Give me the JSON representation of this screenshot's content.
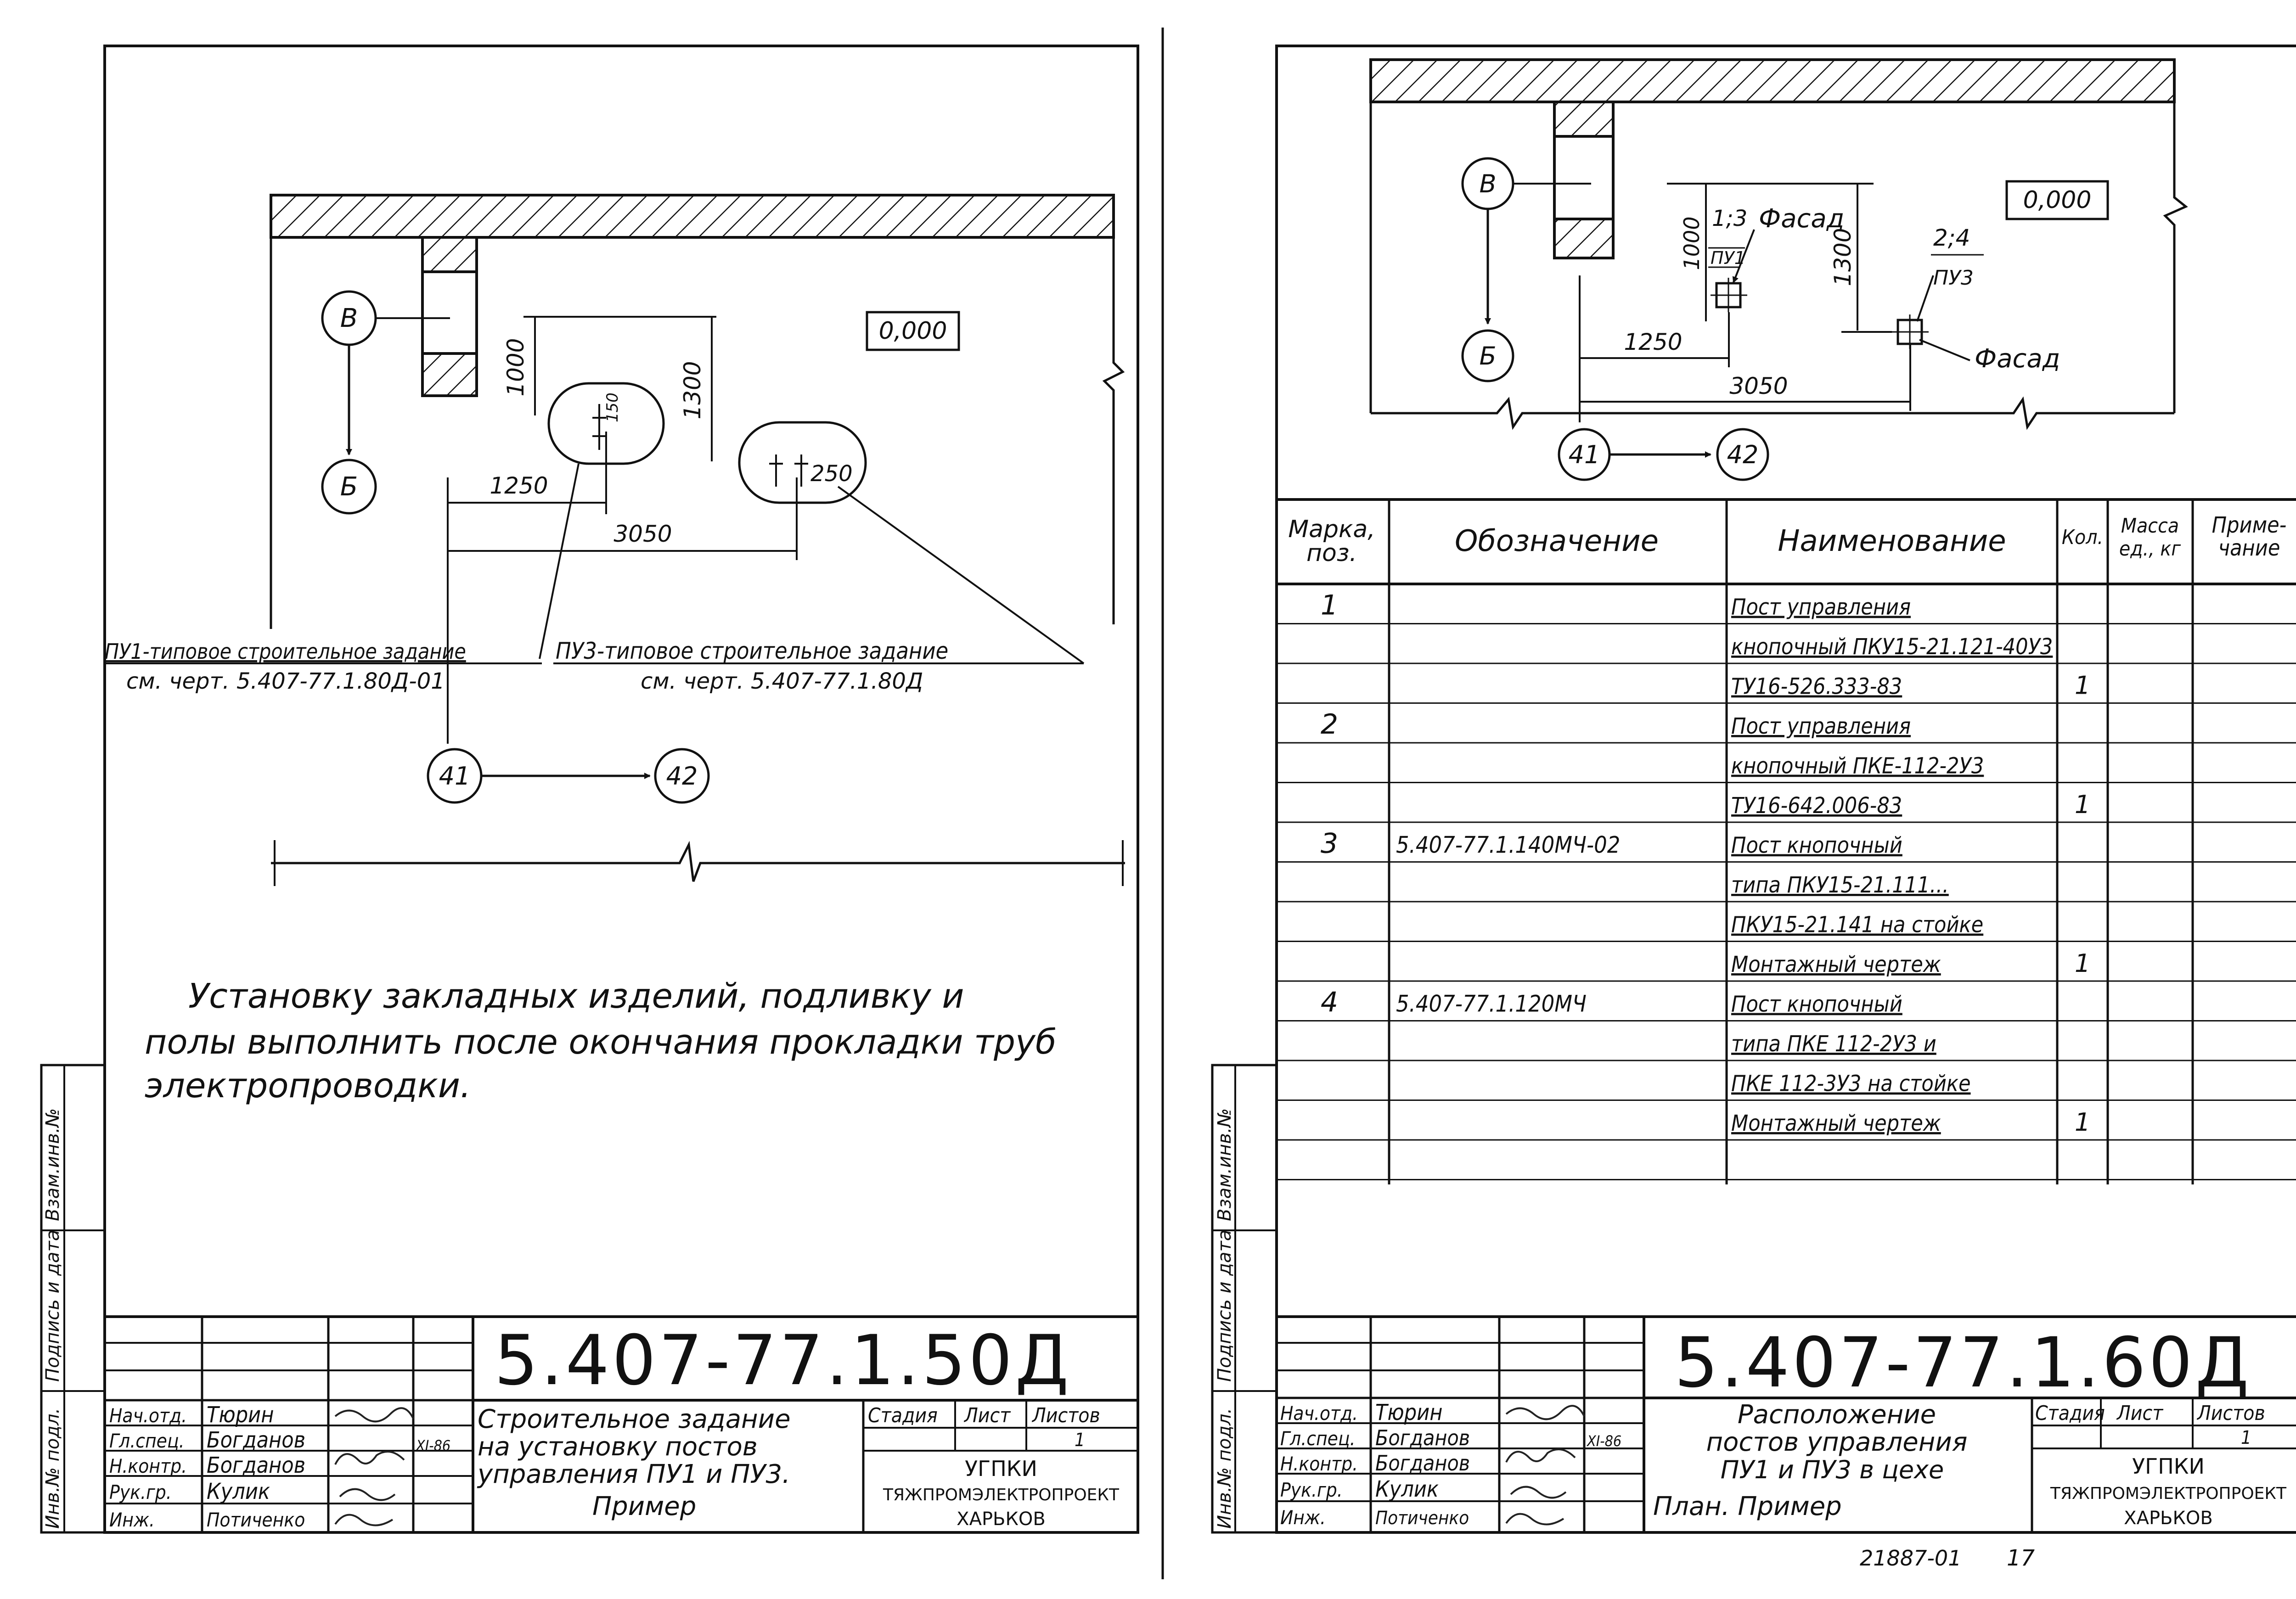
{
  "left_sheet": {
    "drawing": {
      "axis_b": "В",
      "axis_bb": "Б",
      "axis_41": "41",
      "axis_42": "42",
      "elevation": "0,000",
      "dim_1000": "1000",
      "dim_150": "150",
      "dim_1300": "1300",
      "dim_1250": "1250",
      "dim_250": "250",
      "dim_3050": "3050",
      "note_py1": "ПУ1-типовое строительное задание",
      "note_py1_ref": "см. черт. 5.407-77.1.80Д-01",
      "note_py3": "ПУ3-типовое строительное задание",
      "note_py3_ref": "см. черт. 5.407-77.1.80Д"
    },
    "instruction": [
      "Установку закладных изделий, подливку и",
      "полы выполнить после окончания прокладки труб",
      "электропроводки."
    ],
    "side_stamp": [
      "Инв.№ подл.",
      "Подпись и дата",
      "Взам.инв.№"
    ],
    "title_block": {
      "code": "5.407-77.1.50Д",
      "title": [
        "Строительное задание",
        "на установку постов",
        "управления ПУ1 и ПУ3.",
        "Пример"
      ],
      "roles": [
        "Нач.отд.",
        "Гл.спец.",
        "Н.контр.",
        "Рук.гр.",
        "Инж."
      ],
      "names": [
        "Тюрин",
        "Богданов",
        "Богданов",
        "Кулик",
        "Потиченко"
      ],
      "date": "XI-86",
      "stage_label": "Стадия",
      "sheet_label": "Лист",
      "sheets_label": "Листов",
      "sheets_value": "1",
      "org": [
        "УГПКИ",
        "ТЯЖПРОМЭЛЕКТРОПРОЕКТ",
        "ХАРЬКОВ"
      ]
    }
  },
  "right_sheet": {
    "drawing": {
      "axis_b": "В",
      "axis_bb": "Б",
      "axis_41": "41",
      "axis_42": "42",
      "elevation": "0,000",
      "label_13": "1;3",
      "label_py1": "ПУ1",
      "label_facade1": "Фасад",
      "label_24": "2;4",
      "label_py3": "ПУ3",
      "label_facade2": "Фасад",
      "dim_1000": "1000",
      "dim_1300": "1300",
      "dim_1250": "1250",
      "dim_3050": "3050"
    },
    "table": {
      "headers": [
        "Марка, поз.",
        "Обозначение",
        "Наименование",
        "Кол.",
        "Масса ед., кг",
        "Приме-чание"
      ],
      "rows": [
        {
          "mark": "1",
          "designation": "",
          "name": "Пост управления",
          "qty": ""
        },
        {
          "mark": "",
          "designation": "",
          "name": "кнопочный ПКУ15-21.121-40У3",
          "qty": ""
        },
        {
          "mark": "",
          "designation": "",
          "name": "ТУ16-526.333-83",
          "qty": "1"
        },
        {
          "mark": "2",
          "designation": "",
          "name": "Пост управления",
          "qty": ""
        },
        {
          "mark": "",
          "designation": "",
          "name": "кнопочный ПКЕ-112-2У3",
          "qty": ""
        },
        {
          "mark": "",
          "designation": "",
          "name": "ТУ16-642.006-83",
          "qty": "1"
        },
        {
          "mark": "3",
          "designation": "5.407-77.1.140МЧ-02",
          "name": "Пост кнопочный",
          "qty": ""
        },
        {
          "mark": "",
          "designation": "",
          "name": "типа ПКУ15-21.111...",
          "qty": ""
        },
        {
          "mark": "",
          "designation": "",
          "name": "ПКУ15-21.141 на стойке",
          "qty": ""
        },
        {
          "mark": "",
          "designation": "",
          "name": "Монтажный чертеж",
          "qty": "1"
        },
        {
          "mark": "4",
          "designation": "5.407-77.1.120МЧ",
          "name": "Пост кнопочный",
          "qty": ""
        },
        {
          "mark": "",
          "designation": "",
          "name": "типа ПКЕ 112-2У3 и",
          "qty": ""
        },
        {
          "mark": "",
          "designation": "",
          "name": "ПКЕ 112-3У3 на стойке",
          "qty": ""
        },
        {
          "mark": "",
          "designation": "",
          "name": "Монтажный чертеж",
          "qty": "1"
        },
        {
          "mark": "",
          "designation": "",
          "name": "",
          "qty": ""
        }
      ]
    },
    "side_stamp": [
      "Инв.№ подл.",
      "Подпись и дата",
      "Взам.инв.№"
    ],
    "title_block": {
      "code": "5.407-77.1.60Д",
      "title": [
        "Расположение",
        "постов управления",
        "ПУ1 и ПУ3 в цехе",
        "План. Пример"
      ],
      "roles": [
        "Нач.отд.",
        "Гл.спец.",
        "Н.контр.",
        "Рук.гр.",
        "Инж."
      ],
      "names": [
        "Тюрин",
        "Богданов",
        "Богданов",
        "Кулик",
        "Потиченко"
      ],
      "date": "XI-86",
      "stage_label": "Стадия",
      "sheet_label": "Лист",
      "sheets_label": "Листов",
      "sheets_value": "1",
      "org": [
        "УГПКИ",
        "ТЯЖПРОМЭЛЕКТРОПРОЕКТ",
        "ХАРЬКОВ"
      ]
    },
    "footer": {
      "archive": "21887-01",
      "page": "17"
    }
  }
}
